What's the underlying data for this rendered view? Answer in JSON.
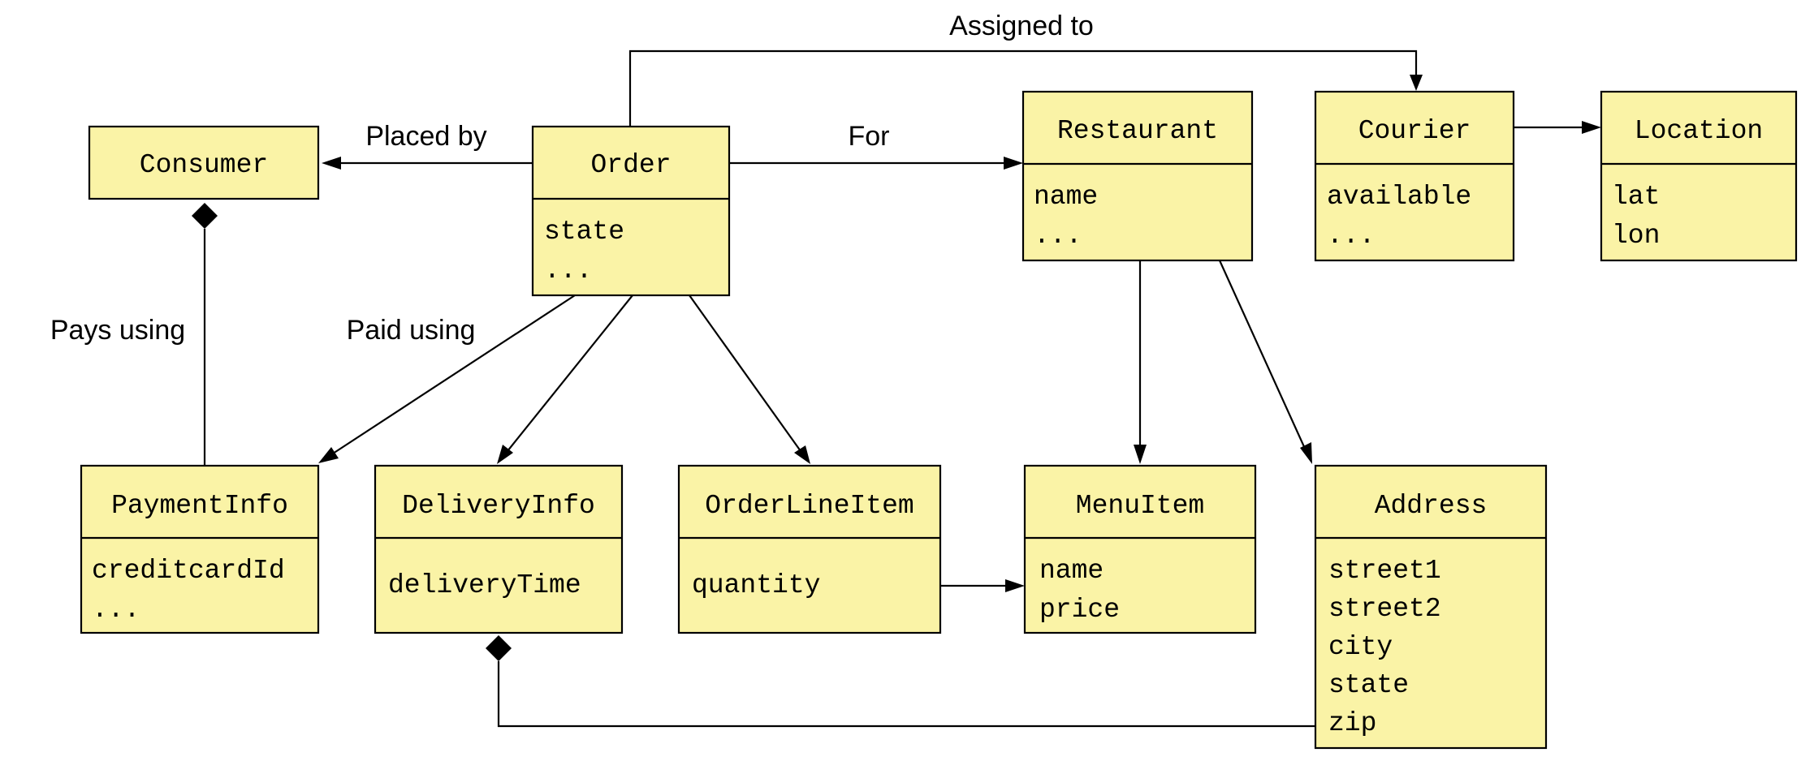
{
  "colors": {
    "class_fill": "#faf3a6",
    "stroke": "#000000",
    "background": "#ffffff"
  },
  "classes": {
    "consumer": {
      "name": "Consumer",
      "attributes": []
    },
    "order": {
      "name": "Order",
      "attributes": [
        "state",
        "..."
      ]
    },
    "restaurant": {
      "name": "Restaurant",
      "attributes": [
        "name",
        "..."
      ]
    },
    "courier": {
      "name": "Courier",
      "attributes": [
        "available",
        "..."
      ]
    },
    "location": {
      "name": "Location",
      "attributes": [
        "lat",
        "lon"
      ]
    },
    "payment_info": {
      "name": "PaymentInfo",
      "attributes": [
        "creditcardId",
        "..."
      ]
    },
    "delivery_info": {
      "name": "DeliveryInfo",
      "attributes": [
        "deliveryTime"
      ]
    },
    "order_line_item": {
      "name": "OrderLineItem",
      "attributes": [
        "quantity"
      ]
    },
    "menu_item": {
      "name": "MenuItem",
      "attributes": [
        "name",
        "price"
      ]
    },
    "address": {
      "name": "Address",
      "attributes": [
        "street1",
        "street2",
        "city",
        "state",
        "zip"
      ]
    }
  },
  "relations": {
    "assigned_to": "Assigned to",
    "placed_by": "Placed by",
    "for": "For",
    "pays_using": "Pays using",
    "paid_using": "Paid using"
  }
}
